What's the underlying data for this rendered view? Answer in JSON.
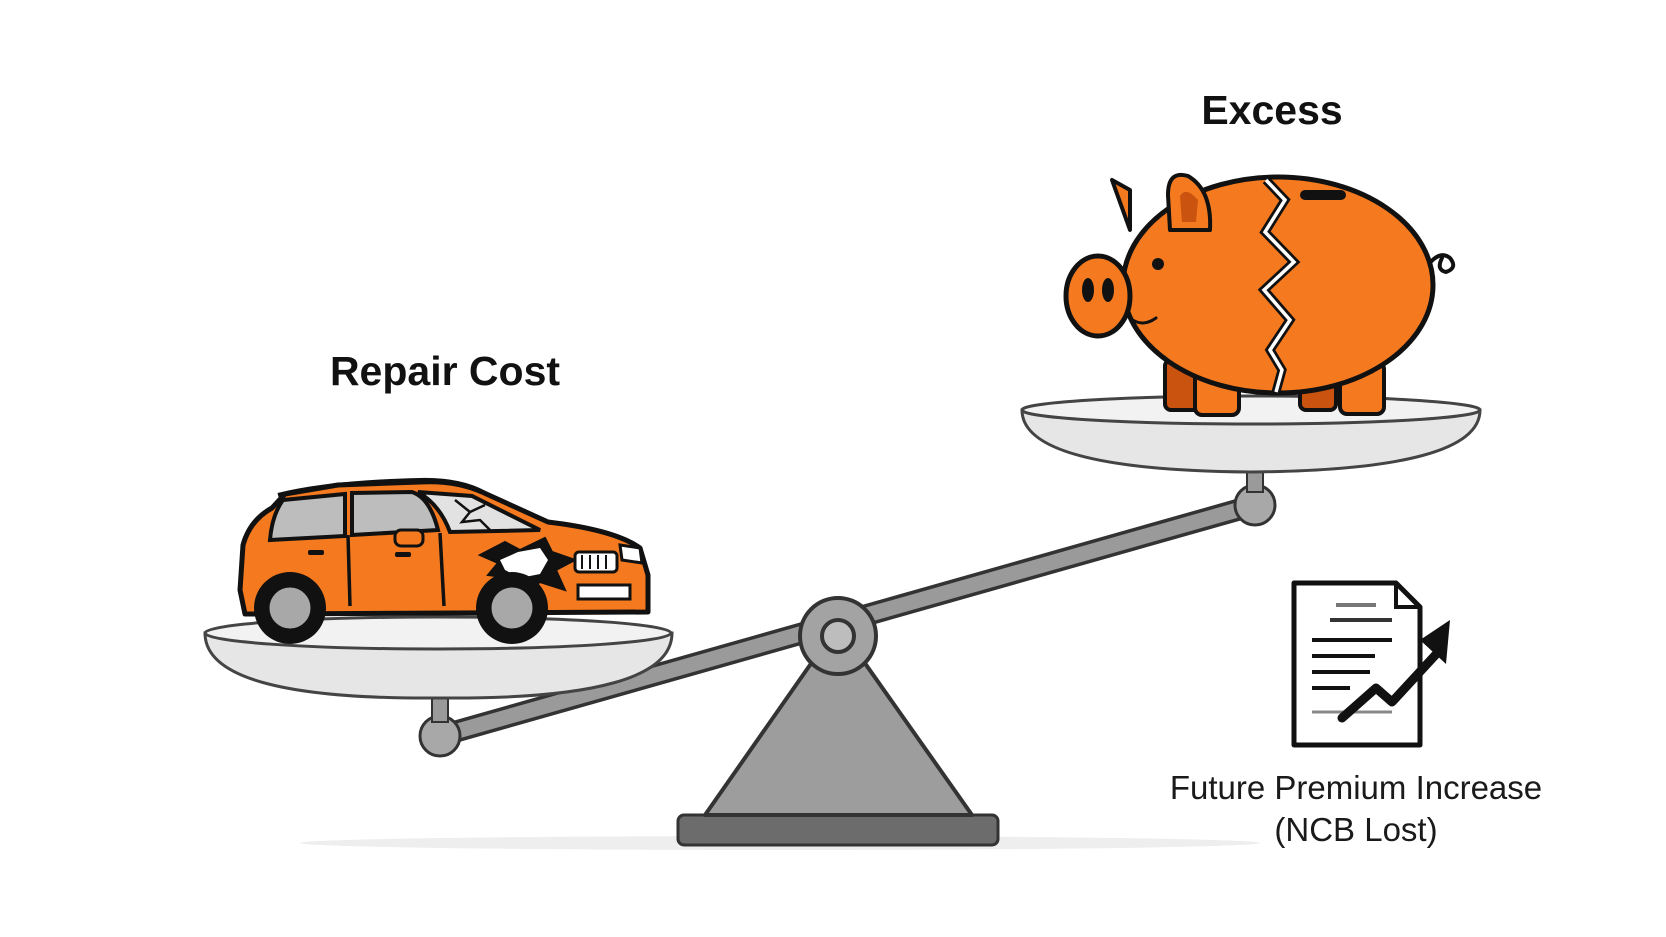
{
  "labels": {
    "left_weight": "Repair Cost",
    "right_weight": "Excess",
    "consequence_line1": "Future Premium Increase",
    "consequence_line2": "(NCB Lost)"
  },
  "colors": {
    "accent_orange": "#f57a1f",
    "outline": "#111111",
    "scale_gray": "#9a9a9a",
    "pan_light": "#e4e4e4"
  },
  "icons": {
    "left_pan_item": "damaged-car-icon",
    "right_pan_item": "cracked-piggy-bank-icon",
    "consequence": "document-trend-up-icon"
  }
}
